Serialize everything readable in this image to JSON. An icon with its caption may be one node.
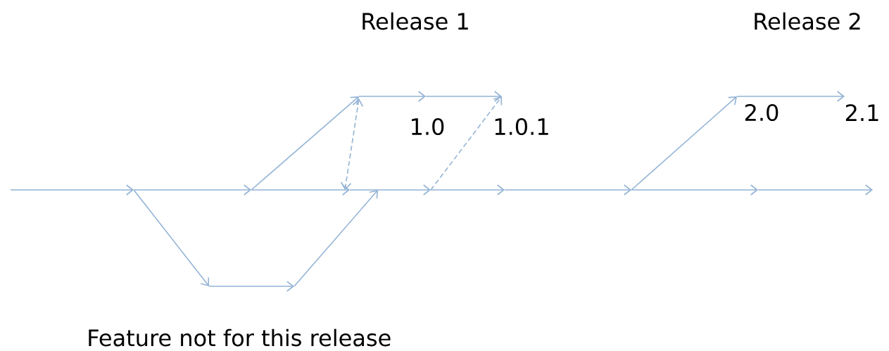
{
  "diagram": {
    "labels": [
      "Release 1",
      "Release 2",
      "1.0",
      "1.0.1",
      "2.0",
      "2.1",
      "Feature not for this release"
    ]
  }
}
